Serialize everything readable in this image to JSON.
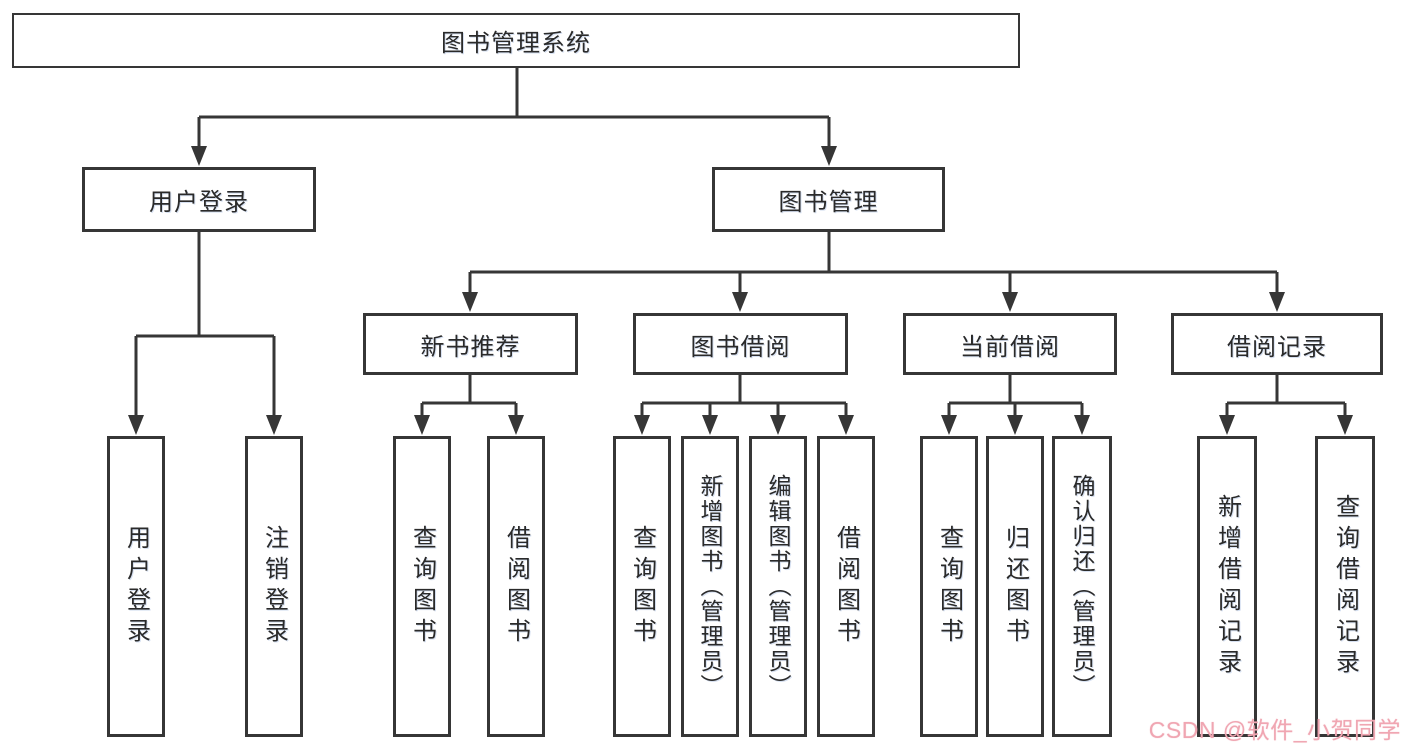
{
  "diagram": {
    "root": {
      "label": "图书管理系统"
    },
    "level2": [
      {
        "label": "用户登录"
      },
      {
        "label": "图书管理"
      }
    ],
    "level3": [
      {
        "label": "新书推荐"
      },
      {
        "label": "图书借阅"
      },
      {
        "label": "当前借阅"
      },
      {
        "label": "借阅记录"
      }
    ],
    "leaves": [
      {
        "label": "用户登录"
      },
      {
        "label": "注销登录"
      },
      {
        "label": "查询图书"
      },
      {
        "label": "借阅图书"
      },
      {
        "label": "查询图书"
      },
      {
        "label": "新增图书（管理员）"
      },
      {
        "label": "编辑图书（管理员）"
      },
      {
        "label": "借阅图书"
      },
      {
        "label": "查询图书"
      },
      {
        "label": "归还图书"
      },
      {
        "label": "确认归还（管理员）"
      },
      {
        "label": "新增借阅记录"
      },
      {
        "label": "查询借阅记录"
      }
    ]
  },
  "watermark": {
    "text": "CSDN @软件_小贺同学",
    "color": "#f0a6b2"
  },
  "colors": {
    "line": "#363636",
    "box_border": "#363636",
    "text": "#2a2a2a",
    "background": "#ffffff"
  }
}
